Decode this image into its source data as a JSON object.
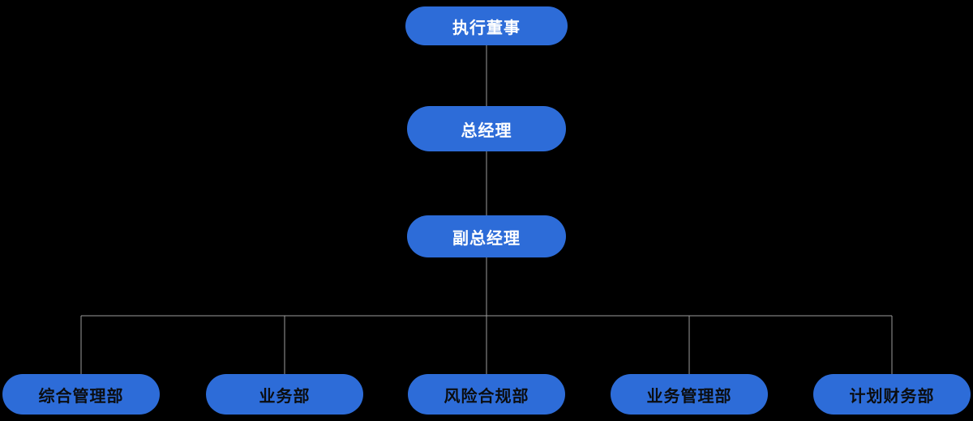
{
  "diagram": {
    "type": "org-chart",
    "background": "#000000",
    "colors": {
      "node_fill": "#2d6cd8",
      "connector": "#9c9c9c",
      "executive_text": "#ffffff",
      "department_text": "#0b0d10"
    },
    "hierarchy": {
      "level1": {
        "label": "执行董事",
        "reports_to": null
      },
      "level2": {
        "label": "总经理",
        "reports_to": "执行董事"
      },
      "level3": {
        "label": "副总经理",
        "reports_to": "总经理"
      },
      "departments": [
        {
          "label": "综合管理部"
        },
        {
          "label": "业务部"
        },
        {
          "label": "风险合规部"
        },
        {
          "label": "业务管理部"
        },
        {
          "label": "计划财务部"
        }
      ]
    }
  }
}
